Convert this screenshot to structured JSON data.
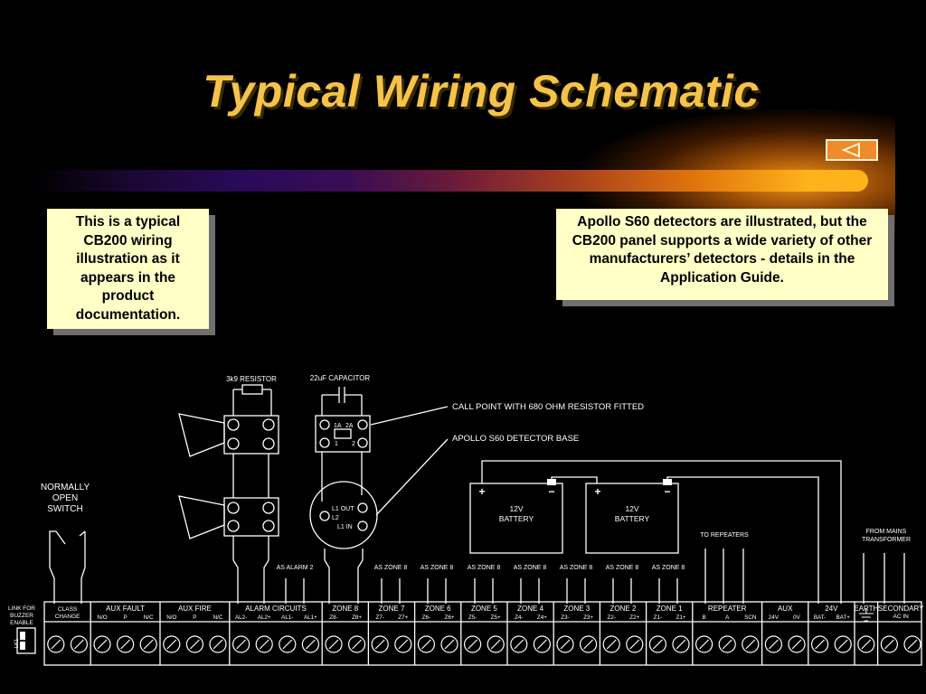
{
  "slide": {
    "title": "Typical Wiring Schematic",
    "back_button_icon": "left-triangle-icon",
    "colors": {
      "title": "#f5c34a",
      "note_bg": "#ffffc6",
      "background": "#000000",
      "accent": "#f08a2a"
    }
  },
  "notes": {
    "left": "This is a typical CB200 wiring illustration as it appears in the product documentation.",
    "right": "Apollo S60 detectors are illustrated, but the CB200 panel supports a wide variety of other manufacturers’ detectors - details in the Application Guide."
  },
  "schematic": {
    "resistor_label": "3k9 RESISTOR",
    "capacitor_label": "22uF CAPACITOR",
    "call_point_label": "CALL POINT WITH 680 OHM RESISTOR FITTED",
    "detector_base_label": "APOLLO S60 DETECTOR BASE",
    "switch_label": [
      "NORMALLY",
      "OPEN",
      "SWITCH"
    ],
    "base_terminals": {
      "t1a": "1A",
      "t2a": "2A",
      "t1": "1",
      "t2": "2"
    },
    "detector_terminals": [
      "L1 OUT",
      "L2",
      "L1 IN"
    ],
    "battery_label": [
      "12V",
      "BATTERY"
    ],
    "repeaters_label": "TO REPEATERS",
    "mains_label": [
      "FROM MAINS",
      "TRANSFORMER"
    ],
    "as_labels": [
      "AS ALARM 2",
      "AS ZONE 8",
      "AS ZONE 8",
      "AS ZONE 8",
      "AS ZONE 8",
      "AS ZONE 8",
      "AS ZONE 8",
      "AS ZONE 8"
    ],
    "link_label": [
      "LINK FOR",
      "BUZZER",
      "ENABLE"
    ],
    "lk_label": "LK1",
    "groups": [
      {
        "name": "CLASS",
        "name2": "CHANGE",
        "subs": []
      },
      {
        "name": "AUX FAULT",
        "subs": [
          "N/O",
          "P",
          "N/C"
        ]
      },
      {
        "name": "AUX FIRE",
        "subs": [
          "N/O",
          "P",
          "N/C"
        ]
      },
      {
        "name": "ALARM CIRCUITS",
        "subs": [
          "AL2-",
          "AL2+",
          "AL1-",
          "AL1+"
        ]
      },
      {
        "name": "ZONE 8",
        "subs": [
          "Z8-",
          "Z8+"
        ]
      },
      {
        "name": "ZONE 7",
        "subs": [
          "Z7-",
          "Z7+"
        ]
      },
      {
        "name": "ZONE 6",
        "subs": [
          "Z6-",
          "Z6+"
        ]
      },
      {
        "name": "ZONE 5",
        "subs": [
          "Z5-",
          "Z5+"
        ]
      },
      {
        "name": "ZONE 4",
        "subs": [
          "Z4-",
          "Z4+"
        ]
      },
      {
        "name": "ZONE 3",
        "subs": [
          "Z3-",
          "Z3+"
        ]
      },
      {
        "name": "ZONE 2",
        "subs": [
          "Z2-",
          "Z2+"
        ]
      },
      {
        "name": "ZONE 1",
        "subs": [
          "Z1-",
          "Z1+"
        ]
      },
      {
        "name": "REPEATER",
        "subs": [
          "B",
          "A",
          "SCN"
        ]
      },
      {
        "name": "AUX",
        "subs": [
          "24V",
          "0V"
        ]
      },
      {
        "name": "24V",
        "subs": [
          "BAT-",
          "BAT+"
        ]
      },
      {
        "name": "EARTH",
        "subs": []
      },
      {
        "name": "SECONDARY",
        "name2": "AC IN",
        "subs": []
      }
    ]
  }
}
